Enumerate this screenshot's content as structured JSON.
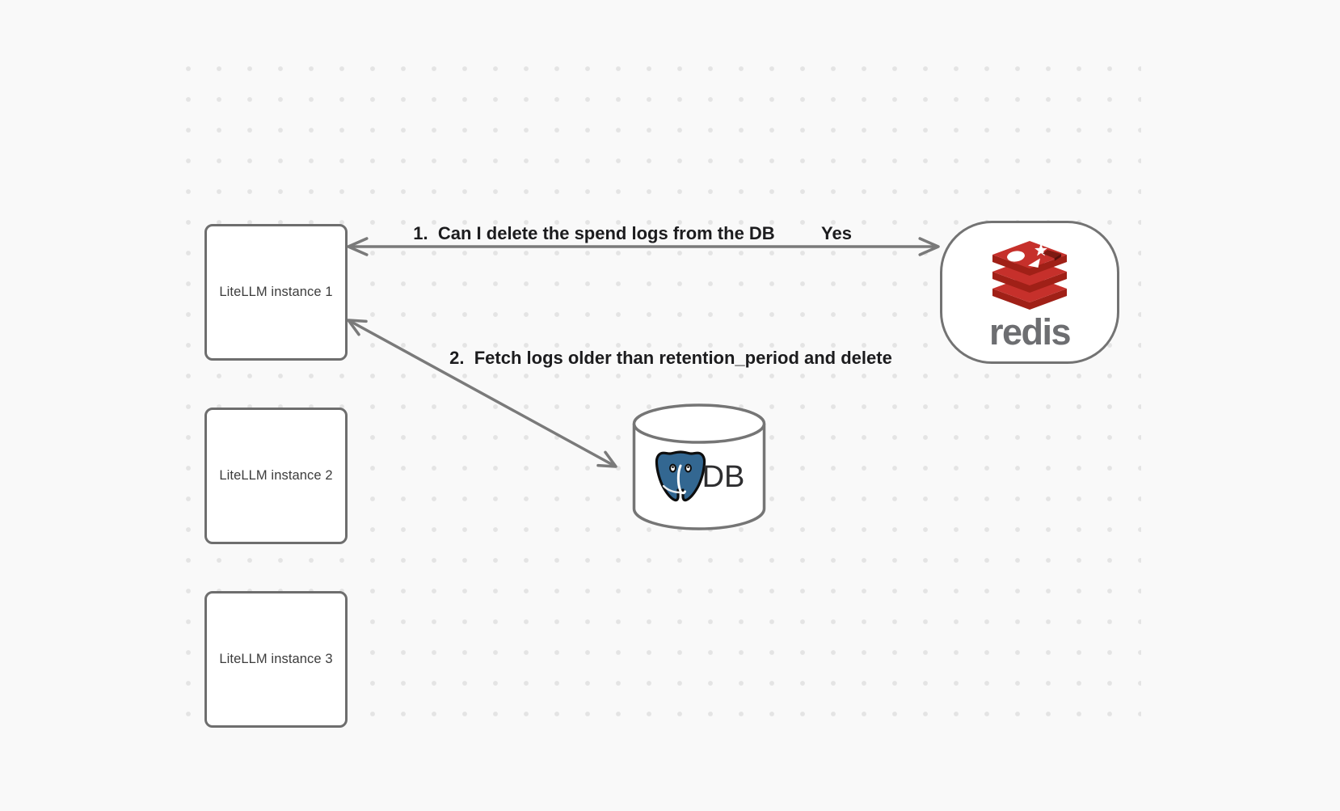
{
  "app": {
    "type": "architecture-diagram"
  },
  "colors": {
    "background": "#f9f9f9",
    "dot_grid": "#e4e4e4",
    "node_border": "#6e6e6e",
    "arrow": "#7a7a7a",
    "edge_label_text": "#1c1c1e",
    "node_label_text": "#3c3c3c",
    "redis_red": "#C6302B",
    "redis_dark_red": "#A02017",
    "redis_wordmark_gray": "#6d6e71",
    "postgres_blue": "#336791",
    "db_text": "#2e2e30"
  },
  "nodes": {
    "litellm_instances": [
      {
        "label": "LiteLLM instance 1"
      },
      {
        "label": "LiteLLM instance 2"
      },
      {
        "label": "LiteLLM instance 3"
      }
    ],
    "redis": {
      "wordmark": "redis",
      "icon": "redis-stack-logo"
    },
    "database": {
      "label": "DB",
      "icon": "postgresql-elephant-logo",
      "shape": "cylinder"
    }
  },
  "edges": [
    {
      "label": "1.  Can I delete the spend logs from the DB",
      "reply": "Yes",
      "endpoints": [
        "LiteLLM instance 1",
        "redis"
      ],
      "style": "double-headed-arrow"
    },
    {
      "label": "2.  Fetch logs older than retention_period and delete",
      "endpoints": [
        "LiteLLM instance 1",
        "DB"
      ],
      "style": "double-headed-arrow"
    }
  ]
}
